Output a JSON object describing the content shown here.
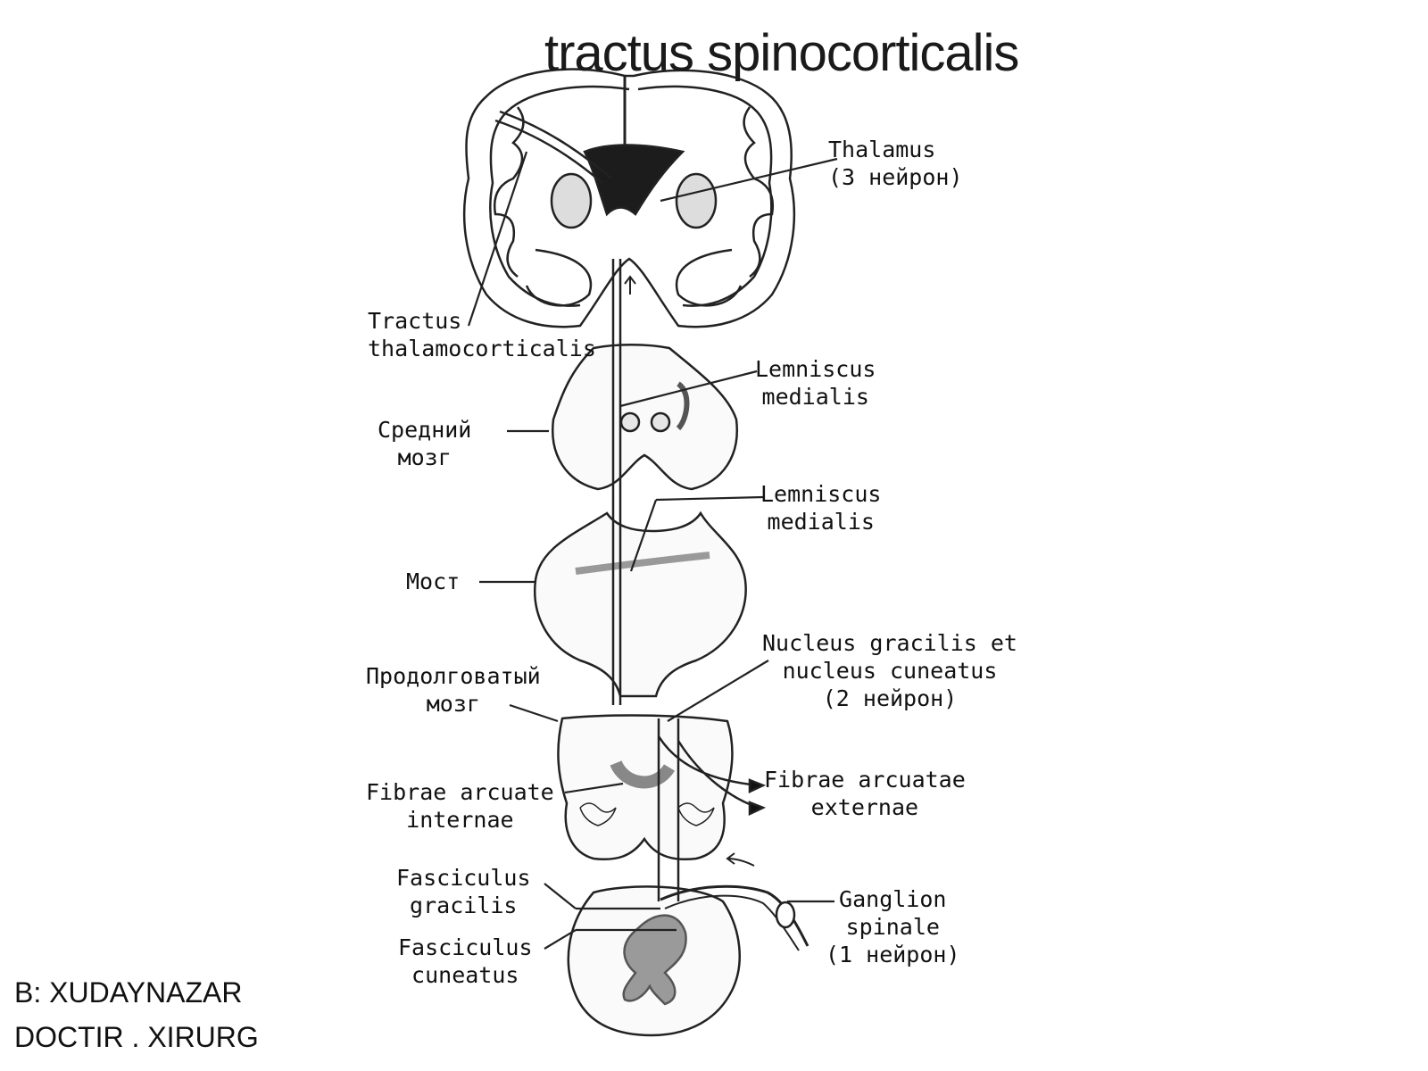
{
  "title": "tractus spinocorticalis",
  "labels": {
    "thalamus": {
      "line1": "Thalamus",
      "line2": "(3 нейрон)"
    },
    "tractus_thalamocorticalis": {
      "line1": "Tractus",
      "line2": "thalamocorticalis"
    },
    "lemniscus_medialis_upper": {
      "line1": "Lemniscus",
      "line2": "medialis"
    },
    "sredniy_mozg": {
      "line1": "Средний",
      "line2": "мозг"
    },
    "lemniscus_medialis_lower": {
      "line1": "Lemniscus",
      "line2": "medialis"
    },
    "most": {
      "line1": "Мост"
    },
    "prodolgovatyy_mozg": {
      "line1": "Продолговатый",
      "line2": "мозг"
    },
    "nucleus_gracilis": {
      "line1": "Nucleus gracilis et",
      "line2": "nucleus cuneatus",
      "line3": "(2 нейрон)"
    },
    "fibrae_arcuate_internae": {
      "line1": "Fibrae arcuate",
      "line2": "internae"
    },
    "fibrae_arcuatae_externae": {
      "line1": "Fibrae arcuatae",
      "line2": "externae"
    },
    "fasciculus_gracilis": {
      "line1": "Fasciculus",
      "line2": "gracilis"
    },
    "fasciculus_cuneatus": {
      "line1": "Fasciculus",
      "line2": "cuneatus"
    },
    "ganglion_spinale": {
      "line1": "Ganglion",
      "line2": "spinale",
      "line3": "(1 нейрон)"
    }
  },
  "credit": {
    "line1": "B: XUDAYNAZAR",
    "line2": "DOCTIR . XIRURG"
  }
}
